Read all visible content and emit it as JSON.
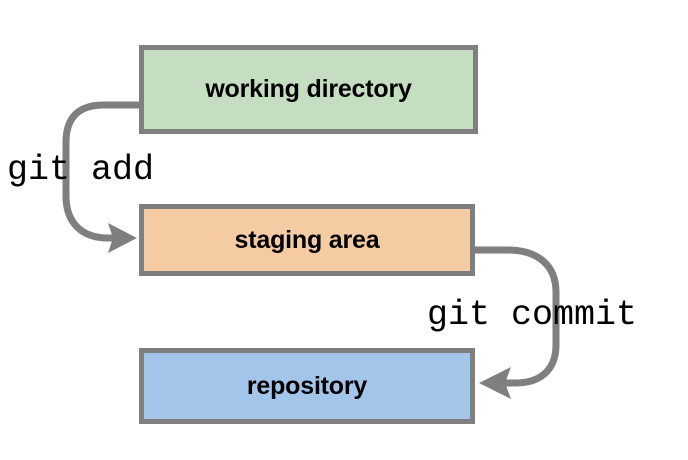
{
  "diagram": {
    "title": "git working directory staging area repository flow",
    "background_color": "#ffffff",
    "stroke_color": "#7f7f7f",
    "nodes": [
      {
        "id": "working-directory",
        "label": "working directory",
        "fill_color": "#c5dec2",
        "border_color": "#7f7f7f"
      },
      {
        "id": "staging-area",
        "label": "staging area",
        "fill_color": "#f5cba4",
        "border_color": "#7f7f7f"
      },
      {
        "id": "repository",
        "label": "repository",
        "fill_color": "#a3c5ea",
        "border_color": "#7f7f7f"
      }
    ],
    "edges": [
      {
        "id": "git-add",
        "label": "git add",
        "from": "working-directory",
        "to": "staging-area",
        "color": "#7f7f7f"
      },
      {
        "id": "git-commit",
        "label": "git commit",
        "from": "staging-area",
        "to": "repository",
        "color": "#7f7f7f"
      }
    ]
  }
}
